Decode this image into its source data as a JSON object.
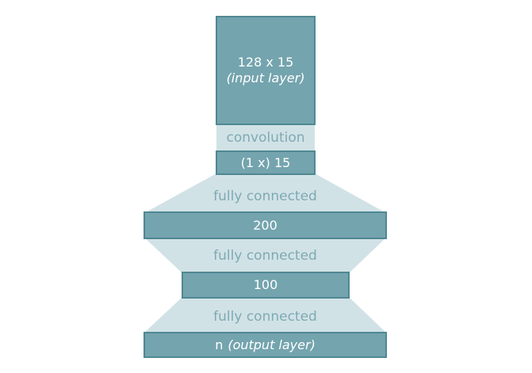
{
  "diagram": {
    "colors": {
      "box_fill": "#74a4ae",
      "box_border": "#4f8892",
      "box_text": "#ffffff",
      "connector_fill": "#d1e2e6",
      "connector_text": "#7eaab3"
    },
    "layers": [
      {
        "id": "input",
        "title": "128 x 15",
        "subtitle": "(input layer)"
      },
      {
        "id": "conv",
        "title": "(1 x) 15"
      },
      {
        "id": "fc1",
        "title": "200"
      },
      {
        "id": "fc2",
        "title": "100"
      },
      {
        "id": "output",
        "title": "n",
        "subtitle": "(output layer)"
      }
    ],
    "connections": [
      {
        "from": "input",
        "to": "conv",
        "label": "convolution"
      },
      {
        "from": "conv",
        "to": "fc1",
        "label": "fully connected"
      },
      {
        "from": "fc1",
        "to": "fc2",
        "label": "fully connected"
      },
      {
        "from": "fc2",
        "to": "output",
        "label": "fully connected"
      }
    ]
  }
}
